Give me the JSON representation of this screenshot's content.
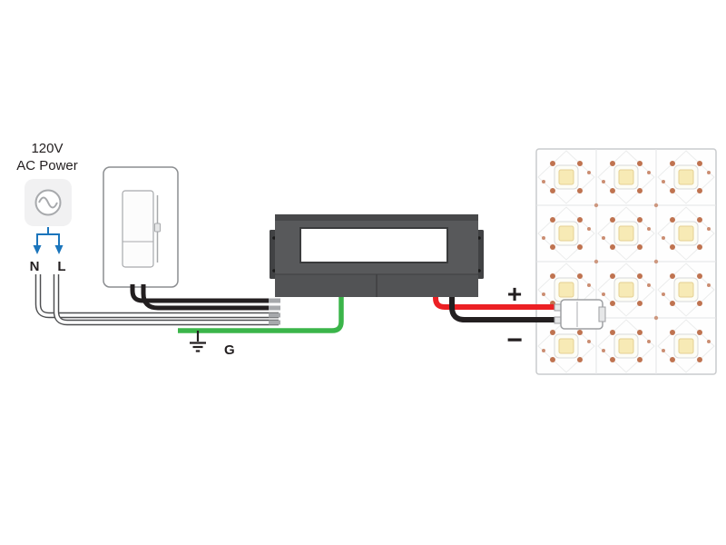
{
  "diagram": {
    "type": "wiring-diagram",
    "subject": "120V AC dimmer switch to LED driver to LED light panel"
  },
  "labels": {
    "power_line1": "120V",
    "power_line2": "AC Power",
    "neutral": "N",
    "line": "L",
    "ground": "G",
    "positive": "+",
    "negative": "−"
  },
  "colors": {
    "wire_black": "#231f20",
    "wire_white_core": "#ffffff",
    "wire_outline": "#4d4e50",
    "wire_green": "#3bb54a",
    "wire_red": "#ec2024",
    "arrow_blue": "#1b75bc",
    "driver_body": "#58595b",
    "driver_dark": "#47484a",
    "driver_lower": "#525355",
    "copper": "#bf7350",
    "led_yellow": "#f7eab5",
    "panel_border": "#c9cbcd"
  },
  "panel": {
    "rows": 4,
    "cols": 3
  },
  "components": {
    "ac_source": "ac-power-source",
    "dimmer": "dimmer-switch",
    "driver": "led-driver",
    "led_panel": "led-panel",
    "connector": "output-connector"
  }
}
